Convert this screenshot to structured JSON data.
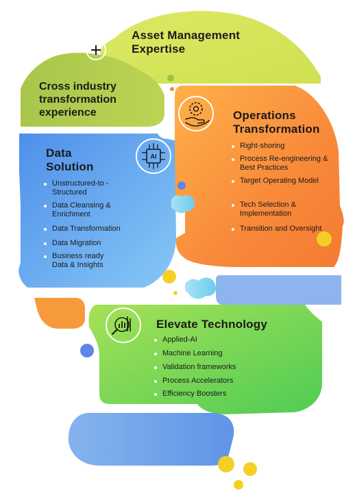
{
  "diagram": {
    "asset": {
      "title_line1": "Asset Management",
      "title_line2": "Expertise"
    },
    "cross": {
      "line1": "Cross industry",
      "line2": "transformation",
      "line3": "experience"
    },
    "operations": {
      "title_line1": "Operations",
      "title_line2": "Transformation",
      "items": [
        "Right-shoring",
        "Process Re-engineering & Best Practices",
        "Target Operating Model",
        "Tech Selection & Implementation",
        "Transition and Oversight"
      ]
    },
    "data": {
      "title_line1": "Data",
      "title_line2": "Solution",
      "icon_text": "AI",
      "items": [
        "Unstructured-to -Structured",
        "Data Cleansing & Enrichment",
        "Data Transformation",
        "Data Migration",
        "Business ready Data & Insights"
      ]
    },
    "technology": {
      "title": "Elevate Technology",
      "items": [
        "Applied-AI",
        "Machine Learning",
        "Validation frameworks",
        "Process Accelerators",
        "Efficiency Boosters"
      ]
    },
    "icons": [
      "plus-icon",
      "gear-hand-icon",
      "ai-chip-icon",
      "analytics-magnifier-icon"
    ],
    "colors": {
      "lime": "#d4e35a",
      "olive": "#b2cc4e",
      "orange": "#f7863a",
      "blue": "#64aef0",
      "green": "#7fd94f",
      "yellow": "#f5cf25",
      "cyan": "#80d8ee"
    }
  }
}
